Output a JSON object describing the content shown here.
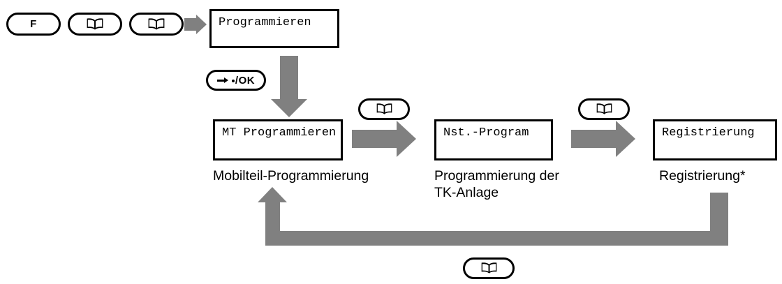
{
  "diagram": {
    "title_hidden": "",
    "colors": {
      "flow_arrow": "#808080",
      "outline": "#000000",
      "background": "#ffffff"
    },
    "keys": {
      "function_key": {
        "label": "F",
        "icon": "function-key"
      },
      "book_key_1": {
        "label": "",
        "icon": "open-book-icon"
      },
      "book_key_2": {
        "label": "",
        "icon": "open-book-icon"
      },
      "ok_key": {
        "label": "/OK",
        "icon": "arrow-dot-ok-icon"
      },
      "book_key_3": {
        "label": "",
        "icon": "open-book-icon"
      },
      "book_key_4": {
        "label": "",
        "icon": "open-book-icon"
      },
      "book_key_5": {
        "label": "",
        "icon": "open-book-icon"
      }
    },
    "displays": {
      "top": {
        "text": "Programmieren"
      },
      "step1": {
        "text": "MT Programmieren"
      },
      "step2": {
        "text": "Nst.-Program"
      },
      "step3": {
        "text": "Registrierung"
      }
    },
    "captions": {
      "step1": "Mobilteil-Programmierung",
      "step2": "Programmierung der\nTK-Anlage",
      "step3": "Registrierung*"
    },
    "flow": {
      "enter_arrow": "arrow-right-small",
      "confirm_arrow": "arrow-down-thick",
      "next_arrow_1": "arrow-right-thick",
      "next_arrow_2": "arrow-right-thick",
      "loop_arrow": "arrow-loop-back-up"
    }
  }
}
